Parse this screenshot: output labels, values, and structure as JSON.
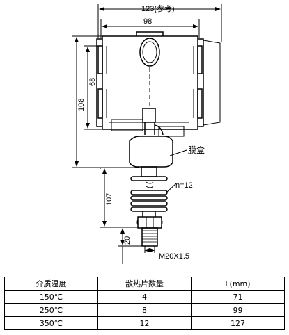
{
  "drawing": {
    "dimensions": {
      "top_overall": "123(参考)",
      "top_inner": "98",
      "left_outer": "108",
      "left_inner": "68",
      "neck_length": "107",
      "thread_length": "20"
    },
    "labels": {
      "diaphragm_box": "膜盒",
      "fin_count": "n=12",
      "thread_spec": "M20X1.5"
    }
  },
  "table": {
    "headers": [
      "介质温度",
      "散热片数量",
      "L(mm)"
    ],
    "rows": [
      [
        "150℃",
        "4",
        "71"
      ],
      [
        "250℃",
        "8",
        "99"
      ],
      [
        "350℃",
        "12",
        "127"
      ]
    ]
  }
}
